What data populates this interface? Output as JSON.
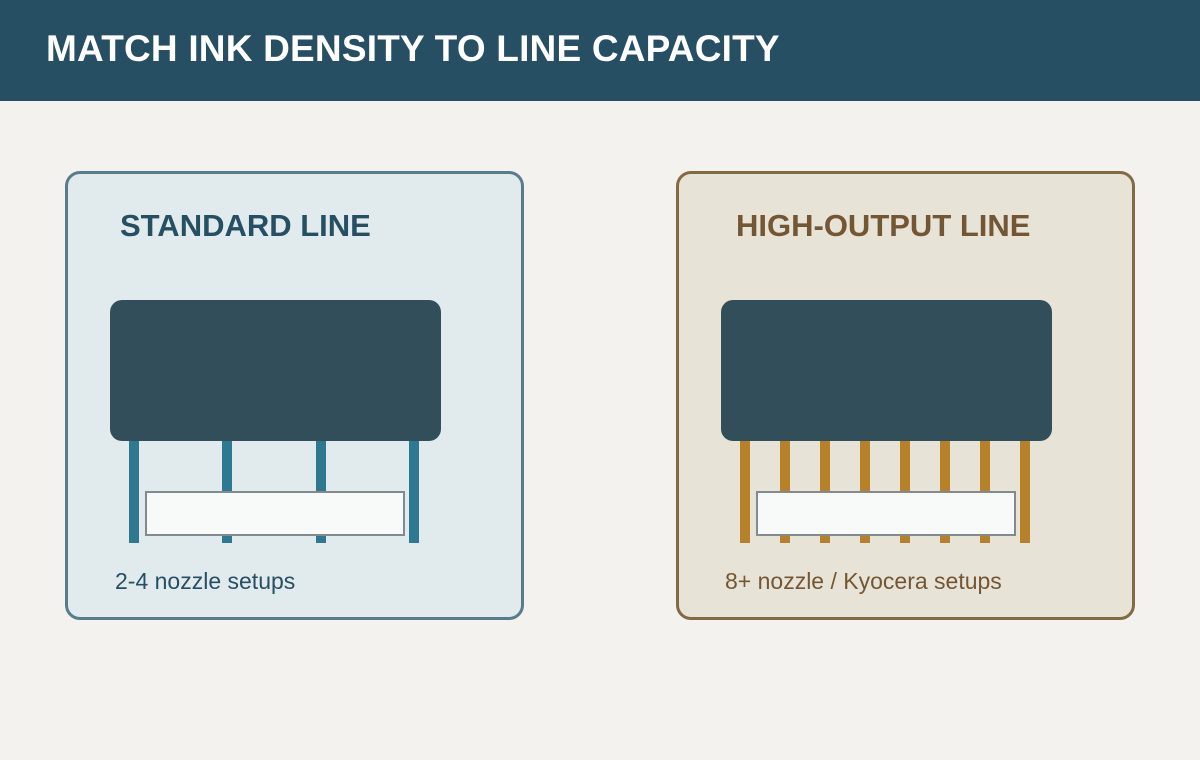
{
  "header": {
    "title": "MATCH INK DENSITY TO LINE CAPACITY"
  },
  "panels": [
    {
      "title": "STANDARD LINE",
      "caption": "2-4 nozzle setups",
      "nozzle_count": 4,
      "border_color": "#597c8c",
      "background_color": "#e1ebed",
      "nozzle_color": "#2e7991"
    },
    {
      "title": "HIGH-OUTPUT LINE",
      "caption": "8+ nozzle / Kyocera setups",
      "nozzle_count": 8,
      "border_color": "#836a45",
      "background_color": "#e8e3d7",
      "nozzle_color": "#b78129"
    }
  ],
  "colors": {
    "header": "#264f63",
    "background": "#f3f2ee",
    "printhead": "#334e5b",
    "substrate": "#f8faf9"
  }
}
